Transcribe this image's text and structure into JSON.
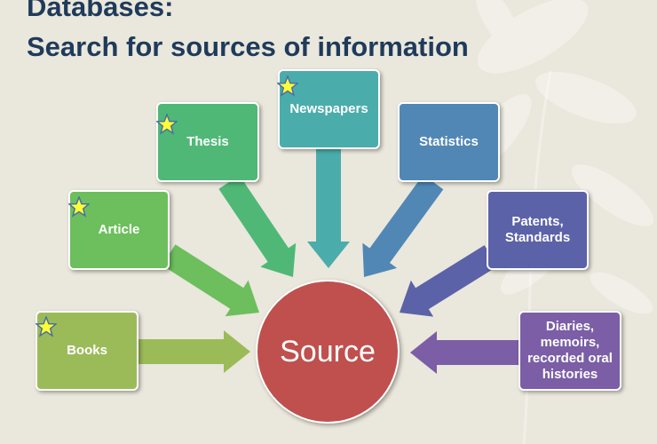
{
  "slide": {
    "title": "Databases:",
    "subtitle": "Search for sources of information"
  },
  "center": {
    "label": "Source",
    "color": "#c0504d"
  },
  "nodes": [
    {
      "id": "books",
      "label": "Books",
      "color": "#9bbb59",
      "starred": true
    },
    {
      "id": "article",
      "label": "Article",
      "color": "#6cbf5c",
      "starred": true
    },
    {
      "id": "thesis",
      "label": "Thesis",
      "color": "#4fb876",
      "starred": true
    },
    {
      "id": "newspapers",
      "label": "Newspapers",
      "color": "#4bacac",
      "starred": true
    },
    {
      "id": "statistics",
      "label": "Statistics",
      "color": "#5187b5",
      "starred": false
    },
    {
      "id": "patents",
      "label": "Patents,\nStandards",
      "color": "#5b62a8",
      "starred": false
    },
    {
      "id": "diaries",
      "label": "Diaries,\nmemoirs,\nrecorded oral\nhistories",
      "color": "#7b5ea6",
      "starred": false
    }
  ],
  "star_color": "#ffff33",
  "star_outline": "#4a6fa5"
}
